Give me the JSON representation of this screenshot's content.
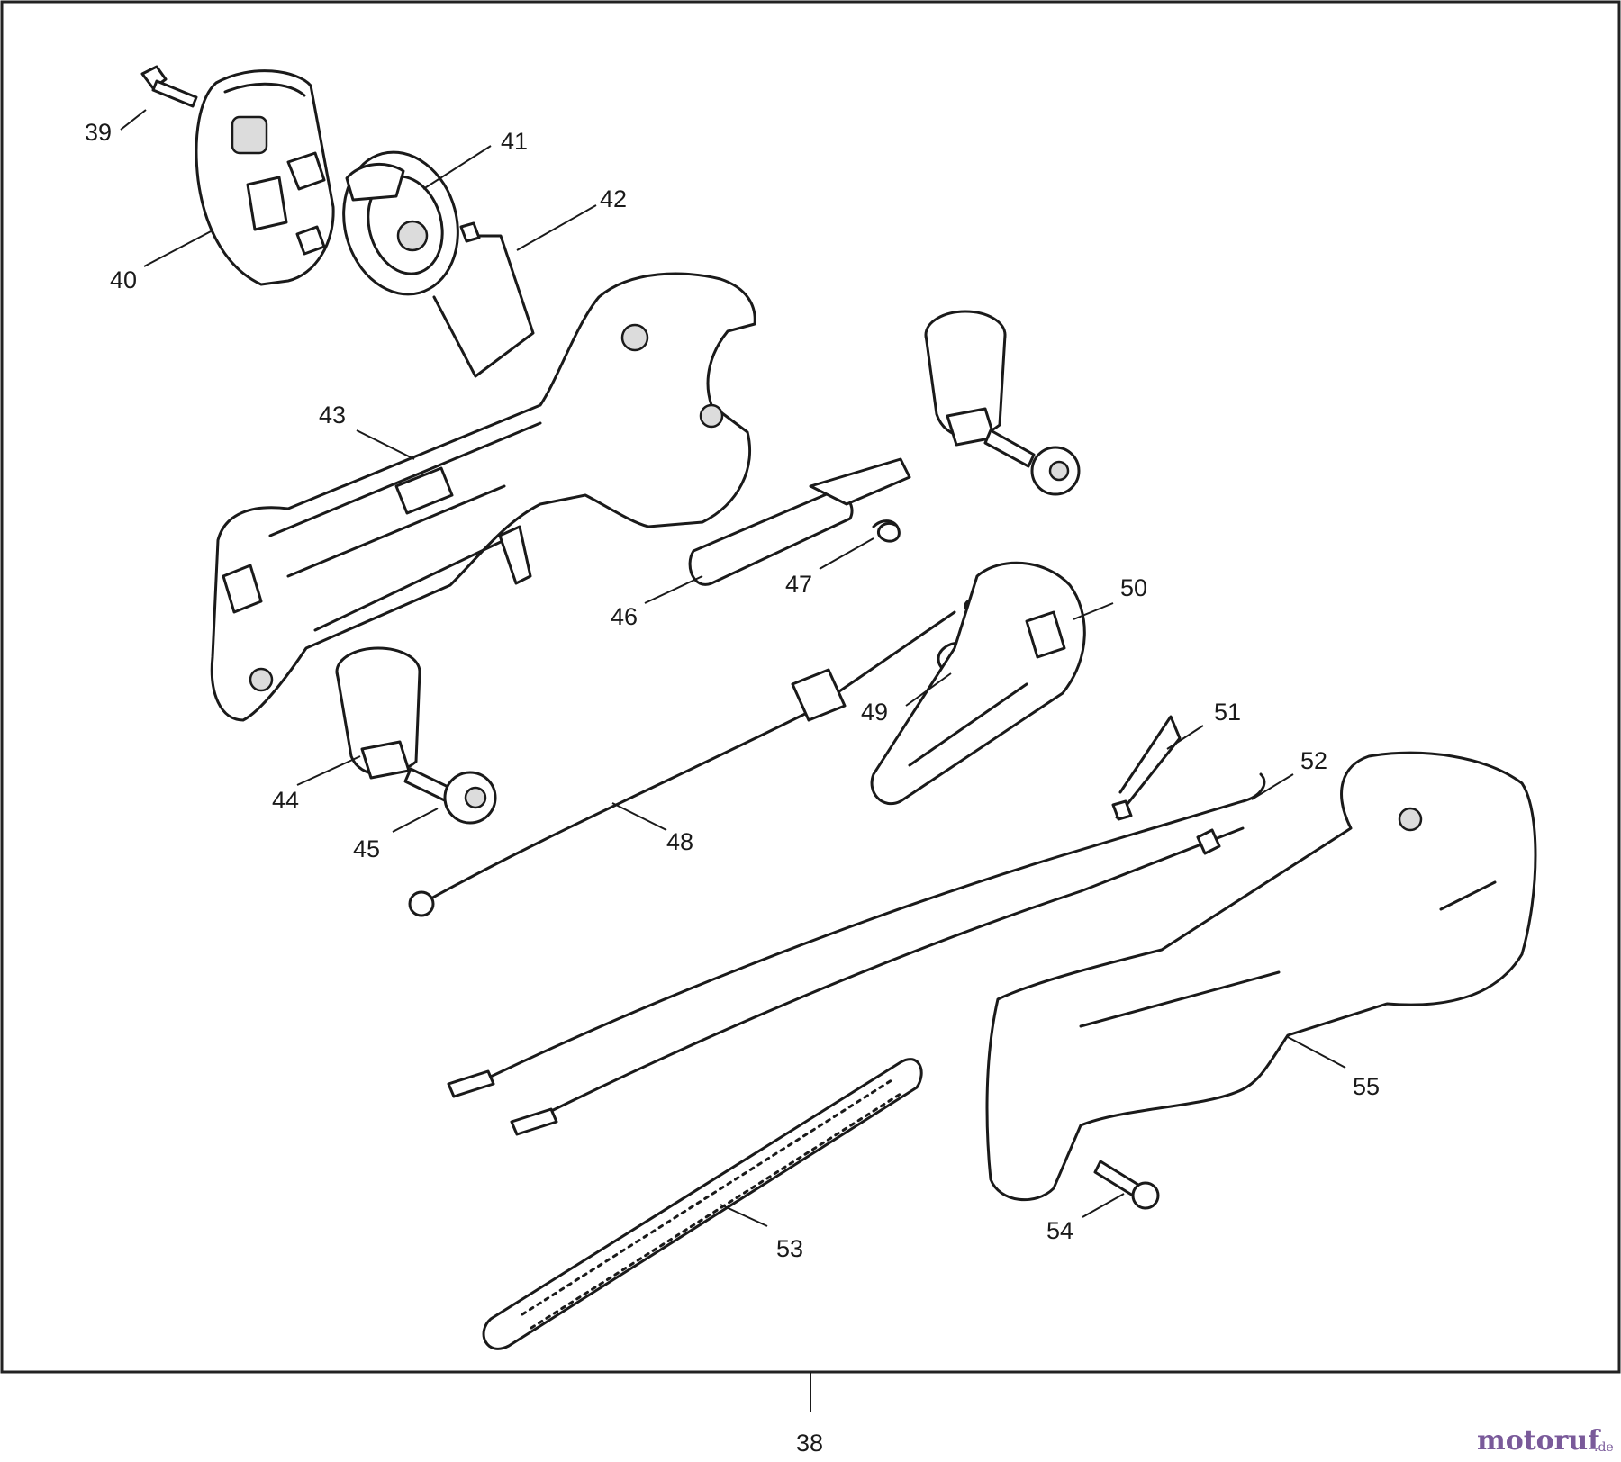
{
  "diagram": {
    "labels": [
      {
        "id": "39",
        "text": "39"
      },
      {
        "id": "40",
        "text": "40"
      },
      {
        "id": "41",
        "text": "41"
      },
      {
        "id": "42",
        "text": "42"
      },
      {
        "id": "43",
        "text": "43"
      },
      {
        "id": "44",
        "text": "44"
      },
      {
        "id": "45",
        "text": "45"
      },
      {
        "id": "46",
        "text": "46"
      },
      {
        "id": "47",
        "text": "47"
      },
      {
        "id": "48",
        "text": "48"
      },
      {
        "id": "49",
        "text": "49"
      },
      {
        "id": "50",
        "text": "50"
      },
      {
        "id": "51",
        "text": "51"
      },
      {
        "id": "52",
        "text": "52"
      },
      {
        "id": "53",
        "text": "53"
      },
      {
        "id": "54",
        "text": "54"
      },
      {
        "id": "55",
        "text": "55"
      },
      {
        "id": "38",
        "text": "38"
      }
    ],
    "watermark": {
      "brand": "motoruf",
      "suffix": ".de"
    }
  }
}
